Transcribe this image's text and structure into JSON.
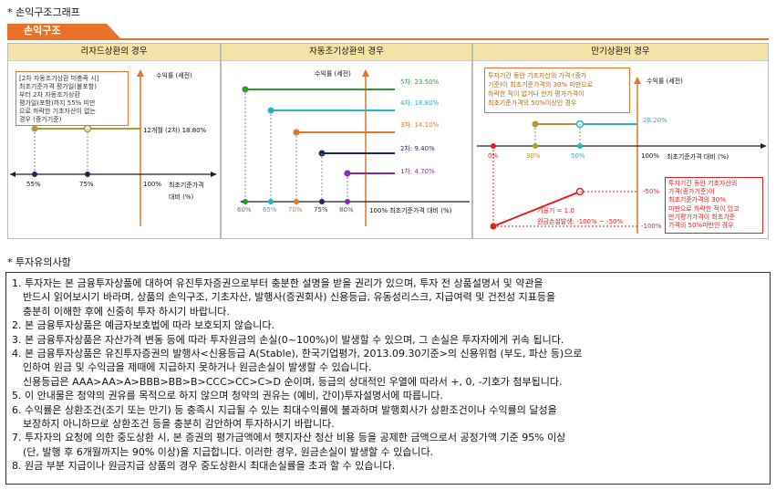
{
  "section1_title": "* 손익구조그래프",
  "tab_label": "손익구조",
  "panels": {
    "lizard": {
      "title": "리자드상환의 경우",
      "note": [
        "[2차 자동조기상환 미충족 시]",
        "최초기준가격 평가일(불포함)",
        "부터 2차 자동조기상환",
        "평가일(포함)까지 55% 미만",
        "으로 하락한 기초자산이 없는",
        "경우 (중가기준)"
      ],
      "y_axis": "수익률 (세전)",
      "annot": "12개월 (2차) 18.80%",
      "x_ticks": [
        "55%",
        "75%",
        "100%"
      ],
      "x_axis": "최초기준가격",
      "x_axis2": "대비 (%)"
    },
    "autocall": {
      "title": "자동조기상환의 경우",
      "y_axis": "수익률 (세전)",
      "levels": [
        "5차: 23.50%",
        "4차: 18.80%",
        "3차: 14.10%",
        "2차: 9.40%",
        "1차: 4.70%"
      ],
      "x_ticks": [
        "60%",
        "65%",
        "70%",
        "75%",
        "80%"
      ],
      "x_axis": "100% 최초기준가격 대비 (%)"
    },
    "maturity": {
      "title": "만기상환의 경우",
      "note_top": [
        "투자기간 동안 기초자산의 가격 (종가",
        "기준)이 최초기준가격의 30% 미만으로",
        "하락한 적이 없거나 만기 평가가격이",
        "최초기준가격의 50%이상인 경우"
      ],
      "y_axis": "수익률 (세전)",
      "annot": "28.20%",
      "x_ticks": [
        "0%",
        "30%",
        "50%",
        "100%"
      ],
      "x_axis": "최초기준가격 대비 (%)",
      "neg_tick": "-50%",
      "neg_tick2": "-100%",
      "slope": "기울기 = 1.0",
      "loss_formula": "원금손실발생: -100% ~ -50%",
      "note_loss": [
        "투자기간 동안 기초자산의",
        "가격(종가기준)이",
        "최초기준가격의 30%",
        "미만으로 하락한 적이 있고",
        "만기평가가격이 최초기준",
        "가격의 50%미만인 경우"
      ]
    }
  },
  "section2_title": "* 투자유의사항",
  "notices": [
    "1. 투자자는 본 금융투자상품에 대하여 유진투자증권으로부터 충분한 설명을 받을 권리가 있으며, 투자 전 상품설명서 및 약관을",
    "    반드시 읽어보시기 바라며, 상품의 손익구조, 기초자산, 발행사(증권회사) 신용등급, 유동성리스크, 지급여력 및 건전성 지표등을",
    "    충분히 이해한 후에 신중히 투자 하시기 바랍니다.",
    "2. 본 금융투자상품은 예금자보호법에 따라 보호되지 않습니다.",
    "3. 본 금융투자상품은 자산가격 변동 등에 따라 투자원금의 손실(0~100%)이 발생할 수 있으며, 그 손실은 투자자에게 귀속 됩니다.",
    "4. 본 금융투자상품은 유진투자증권의 발행사<신용등급 A(Stable), 한국기업평가, 2013.09.30기준>의 신용위험 (부도, 파산 등)으로",
    "    인하여 원금 및 수익금을 제때에 지급하지 못하거나 원금손실이 발생할 수 있습니다.",
    "    신용등급은 AAA>AA>A>BBB>BB>B>CCC>CC>C>D 순이며, 등급의 상대적인 우열에 따라서 +, 0, -기호가 첨부됩니다.",
    "5. 이 안내물은 청약의 권유를 목적으로 하지 않으며 청약의 권유는 (예비, 간이)투자설명서에 따릅니다.",
    "6. 수익률은 상환조건(조기 또는 만기) 등 충족시 지급될 수 있는 최대수익률에 불과하며 발행회사가 상환조건이나 수익률의 달성을",
    "    보장하지 아니하므로 상환조건 등을 충분히 감안하여 투자하시기 바랍니다.",
    "7. 투자자의 요청에 의한 중도상환 시, 본 증권의 평가금액에서 헷지자산 청산 비용 등을 공제한 금액으로서 공정가액 기준 95% 이상",
    "    (단, 발행 후 6개월까지는 90% 이상)을 지급합니다. 이러한 경우, 원금손실이 발생할 수 있습니다.",
    "8. 원금 부분 지급이나 원금지급 상품의 경우 중도상환시 최대손실률을 초과 할 수 있습니다."
  ],
  "colors": {
    "accent": "#e8722a",
    "header": "#f4e3a6",
    "navy": "#1b2a5e",
    "olive": "#b49a2a",
    "red": "#e0201c"
  }
}
